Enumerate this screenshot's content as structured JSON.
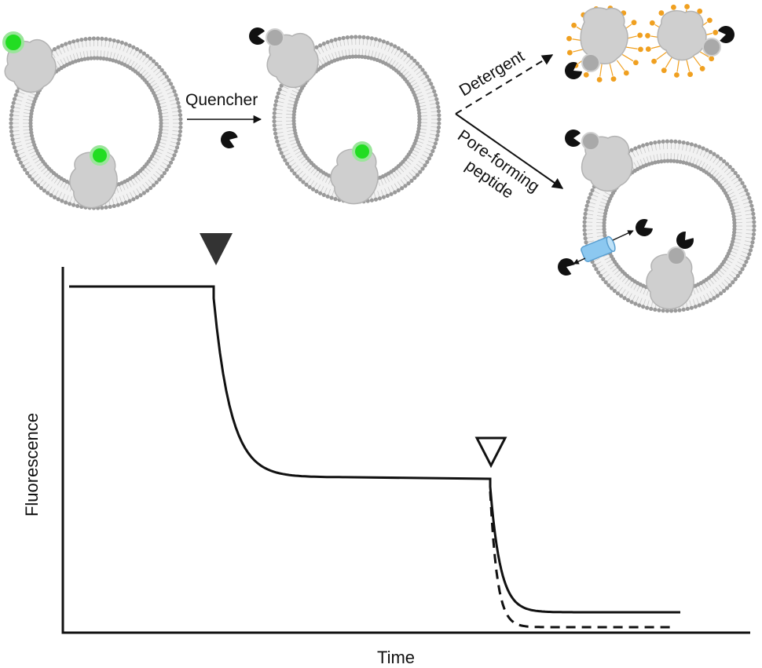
{
  "labels": {
    "quencher": "Quencher",
    "detergent": "Detergent",
    "pore_forming_line1": "Pore-forming",
    "pore_forming_line2": "peptide"
  },
  "axes": {
    "x_label": "Time",
    "y_label": "Fluorescence"
  },
  "markers": {
    "quencher_addition": "filled-triangle",
    "treatment_addition": "open-triangle"
  },
  "traces": [
    {
      "style": "solid"
    },
    {
      "style": "dashed"
    }
  ],
  "colors": {
    "fluorophore": "#22dd22",
    "quenched_fluorophore": "#a9a9a9",
    "quencher": "#111111",
    "membrane": "#9a9a9a",
    "protein": "#cfcfcf",
    "detergent": "#f0a020",
    "pore": "#8cc8f0",
    "trace": "#111111"
  }
}
